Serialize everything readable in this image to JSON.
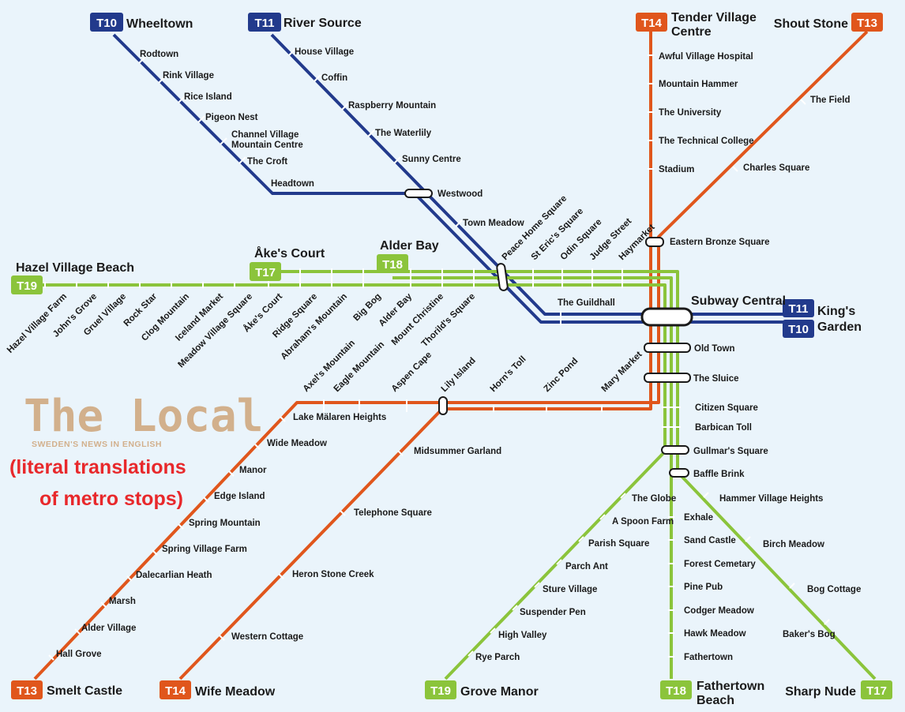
{
  "colors": {
    "blue": "#223a8c",
    "orange": "#e0561c",
    "green": "#8bc43b",
    "background": "#eaf4fb",
    "logo": "#d2b08c",
    "note": "#e8282b"
  },
  "logo": {
    "title": "The Local",
    "subtitle": "SWEDEN'S NEWS IN ENGLISH"
  },
  "note": [
    "(literal translations",
    "of metro stops)"
  ],
  "lines": [
    {
      "id": "T10",
      "color": "blue",
      "terminals": [
        "Wheeltown",
        "King's Garden"
      ]
    },
    {
      "id": "T11",
      "color": "blue",
      "terminals": [
        "River Source",
        "King's Garden"
      ]
    },
    {
      "id": "T13",
      "color": "orange",
      "terminals": [
        "Shout Stone",
        "Smelt Castle"
      ]
    },
    {
      "id": "T14",
      "color": "orange",
      "terminals": [
        "Tender Village Centre",
        "Wife Meadow"
      ]
    },
    {
      "id": "T17",
      "color": "green",
      "terminals": [
        "Åke's Court",
        "Sharp Nude"
      ]
    },
    {
      "id": "T18",
      "color": "green",
      "terminals": [
        "Alder Bay",
        "Fathertown Beach"
      ]
    },
    {
      "id": "T19",
      "color": "green",
      "terminals": [
        "Hazel Village Beach",
        "Grove Manor"
      ]
    }
  ],
  "terminal_names": {
    "wheeltown": "Wheeltown",
    "river_source": "River Source",
    "tender_village_centre": [
      "Tender Village",
      "Centre"
    ],
    "shout_stone": "Shout Stone",
    "hazel_village_beach": "Hazel Village Beach",
    "ake_court": "Åke's Court",
    "alder_bay": "Alder Bay",
    "subway_central": "Subway Central",
    "kings_garden": [
      "King's",
      "Garden"
    ],
    "smelt_castle": "Smelt Castle",
    "wife_meadow": "Wife Meadow",
    "grove_manor": "Grove Manor",
    "fathertown_beach": [
      "Fathertown",
      "Beach"
    ],
    "sharp_nude": "Sharp Nude"
  },
  "stations": {
    "t10": [
      "Rodtown",
      "Rink Village",
      "Rice Island",
      "Pigeon Nest",
      [
        "Channel Village",
        "Mountain Centre"
      ],
      "The Croft",
      "Headtown"
    ],
    "t11": [
      "House Village",
      "Coffin",
      "Raspberry Mountain",
      "The Waterlily",
      "Sunny Centre",
      "Westwood",
      "Town Meadow"
    ],
    "t14_north": [
      "Awful Village Hospital",
      "Mountain Hammer",
      "The University",
      "The Technical College",
      "Stadium",
      "Eastern Bronze Square"
    ],
    "t13_north": [
      "The Field",
      "Charles Square"
    ],
    "green_trunk": [
      "Hazel Village Farm",
      "John's Grove",
      "Gruel Village",
      "Rock Star",
      "Clog Mountain",
      "Iceland Market",
      "Meadow Village Square",
      "Åke's Court",
      "Ridge Square",
      "Abraham's Mountain",
      "Big Bog",
      "Alder Bay",
      "Mount Christine",
      "Thorild's Square"
    ],
    "green_upper": [
      "Peace Home Square",
      "St Eric's Square",
      "Odin Square",
      "Judge Street",
      "Haymarket"
    ],
    "guildhall": "The Guildhall",
    "central_trunk": [
      "Old Town",
      "The Sluice",
      "Citizen Square",
      "Barbican Toll",
      "Gullmar's Square",
      "Baffle Brink"
    ],
    "orange_west": [
      "Axel's Mountain",
      "Eagle Mountain",
      "Aspen Cape",
      "Lily Island",
      "Horn's Toll",
      "Zinc Pond",
      "Mary Market"
    ],
    "t13_south": [
      "Lake Mälaren Heights",
      "Wide Meadow",
      "Manor",
      "Edge Island",
      "Spring Mountain",
      "Spring Village Farm",
      "Dalecarlian Heath",
      "Marsh",
      "Alder Village",
      "Hall Grove"
    ],
    "t14_south": [
      "Midsummer Garland",
      "Telephone Square",
      "Heron Stone Creek",
      "Western Cottage"
    ],
    "t19_south": [
      "The Globe",
      "A Spoon Farm",
      "Parish Square",
      "Parch Ant",
      "Sture Village",
      "Suspender Pen",
      "High Valley",
      "Rye Parch"
    ],
    "t18_south": [
      "Exhale",
      "Sand Castle",
      "Forest Cemetary",
      "Pine Pub",
      "Codger Meadow",
      "Hawk Meadow",
      "Fathertown"
    ],
    "t17_south": [
      "Hammer Village Heights",
      "Birch Meadow",
      "Bog Cottage",
      "Baker's Bog"
    ]
  }
}
